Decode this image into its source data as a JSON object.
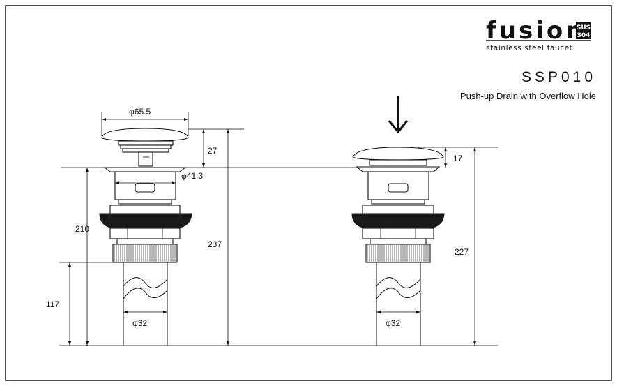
{
  "brand": {
    "name": "fusion",
    "badge_top": "SUS",
    "badge_bottom": "304",
    "tagline": "stainless steel faucet"
  },
  "product": {
    "model": "SSP010",
    "description": "Push-up Drain with Overflow Hole"
  },
  "dimensions": {
    "cap_diameter": "φ65.5",
    "cap_height_open": "27",
    "flange_diameter": "φ41.3",
    "body_height": "210",
    "total_height_open": "237",
    "tail_height": "117",
    "pipe_diameter_left": "φ32",
    "cap_height_closed": "17",
    "total_height_closed": "227",
    "pipe_diameter_right": "φ32"
  },
  "icons": {
    "push_indicator": "down-arrow-icon"
  }
}
